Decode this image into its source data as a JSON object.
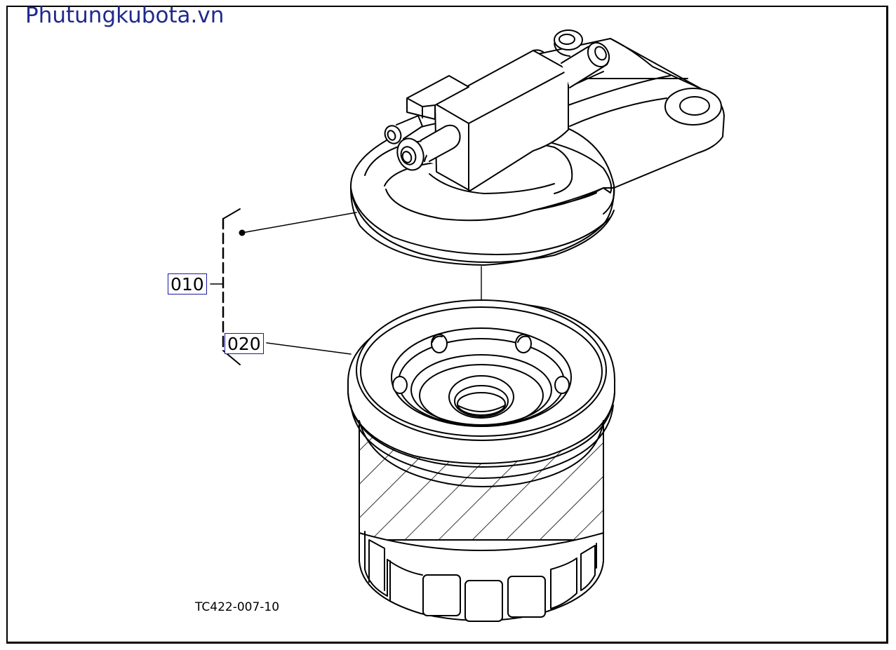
{
  "watermark": "Phutungkubota.vn",
  "callouts": {
    "part_010": "010",
    "part_020": "020"
  },
  "figure_code": "TC422-007-10",
  "colors": {
    "watermark": "#1f2a8c",
    "callout_border": "#1a1aa6",
    "line": "#000000"
  }
}
